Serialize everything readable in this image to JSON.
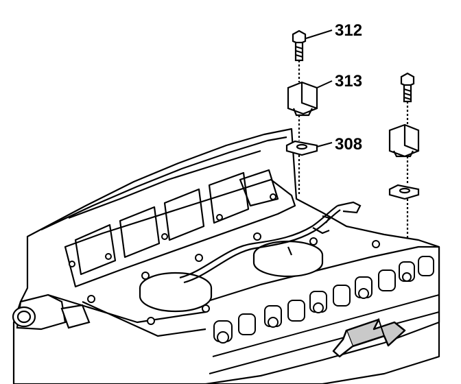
{
  "callouts": [
    {
      "id": "312",
      "label": "312"
    },
    {
      "id": "313",
      "label": "313"
    },
    {
      "id": "308",
      "label": "308"
    }
  ],
  "colors": {
    "ink": "#000000",
    "paper": "#ffffff",
    "shade": "#c9c9c9"
  },
  "icons": {
    "direction_arrow": "front-direction-arrow-icon"
  }
}
